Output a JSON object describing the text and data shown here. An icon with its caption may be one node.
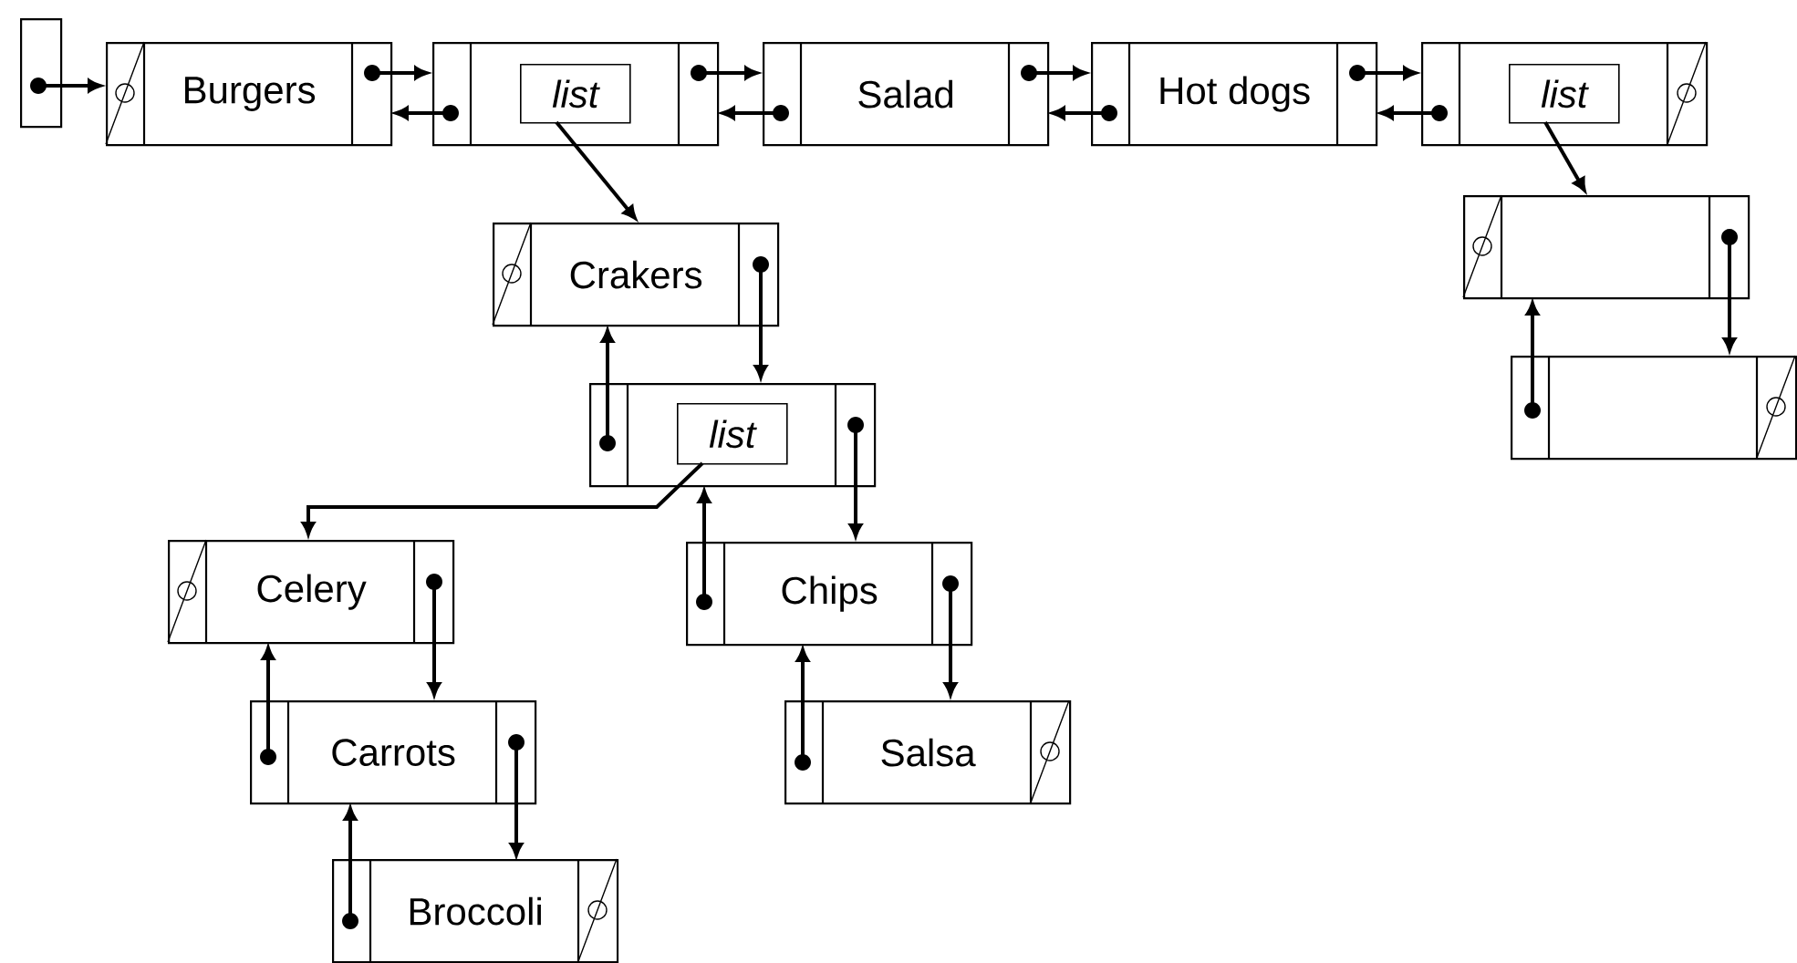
{
  "diagram": {
    "nodes": [
      {
        "text": [],
        "shape": "box"
      },
      {
        "text": [
          "Burgers"
        ]
      },
      {
        "text": [],
        "shape": "box"
      },
      {
        "text": [
          "list"
        ],
        "in": 2
      },
      {
        "text": [
          "Salad"
        ]
      },
      {
        "text": [
          "Hot dogs"
        ]
      },
      {
        "text": [],
        "shape": "box"
      },
      {
        "text": [
          "list"
        ],
        "in": 6
      },
      {
        "text": [
          "Crakers"
        ]
      },
      {
        "text": [],
        "shape": "box"
      },
      {
        "text": [],
        "shape": "box"
      },
      {
        "text": [
          "list"
        ],
        "in": 10
      },
      {
        "text": [],
        "shape": "box"
      },
      {
        "text": [
          "Celery"
        ]
      },
      {
        "text": [
          "Chips"
        ]
      },
      {
        "text": [
          "Carrots"
        ]
      },
      {
        "text": [
          "Salsa"
        ]
      },
      {
        "text": [
          "Broccoli"
        ]
      }
    ],
    "edges": [
      {
        "from": 0,
        "to": 1,
        "arrow": "to"
      },
      {
        "from": 1,
        "to": 2,
        "arrow": "to"
      },
      {
        "from": 2,
        "to": 1,
        "arrow": "to"
      },
      {
        "from": 2,
        "to": 4,
        "arrow": "to"
      },
      {
        "from": 4,
        "to": 2,
        "arrow": "to"
      },
      {
        "from": 4,
        "to": 5,
        "arrow": "to"
      },
      {
        "from": 5,
        "to": 4,
        "arrow": "to"
      },
      {
        "from": 5,
        "to": 6,
        "arrow": "to"
      },
      {
        "from": 6,
        "to": 5,
        "arrow": "to"
      },
      {
        "from": 3,
        "to": 8,
        "arrow": "to"
      },
      {
        "from": 7,
        "to": 9,
        "arrow": "to"
      },
      {
        "from": 8,
        "to": 10,
        "arrow": "to"
      },
      {
        "from": 10,
        "to": 8,
        "arrow": "to"
      },
      {
        "from": 9,
        "to": 12,
        "arrow": "to"
      },
      {
        "from": 12,
        "to": 9,
        "arrow": "to"
      },
      {
        "from": 11,
        "to": 13,
        "arrow": "to"
      },
      {
        "from": 10,
        "to": 14,
        "arrow": "to"
      },
      {
        "from": 14,
        "to": 10,
        "arrow": "to"
      },
      {
        "from": 13,
        "to": 15,
        "arrow": "to"
      },
      {
        "from": 15,
        "to": 13,
        "arrow": "to"
      },
      {
        "from": 14,
        "to": 16,
        "arrow": "to"
      },
      {
        "from": 16,
        "to": 14,
        "arrow": "to"
      },
      {
        "from": 15,
        "to": 17,
        "arrow": "to"
      },
      {
        "from": 17,
        "to": 15,
        "arrow": "to"
      }
    ]
  }
}
